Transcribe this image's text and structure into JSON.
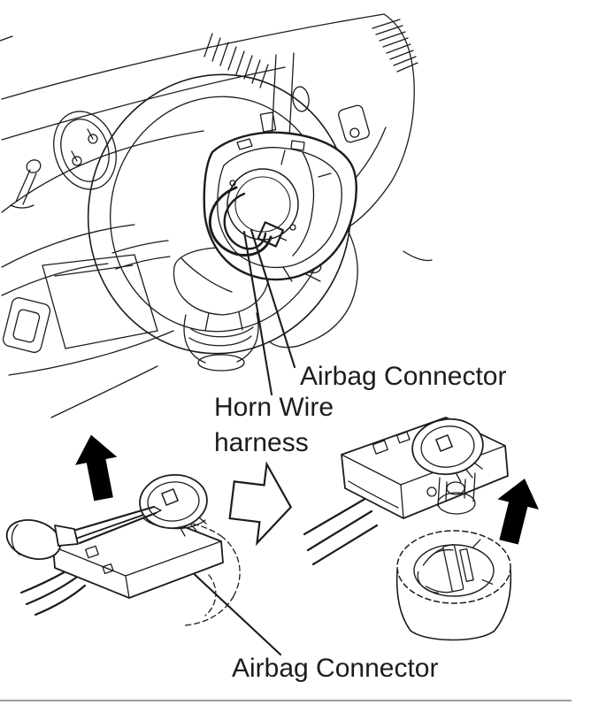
{
  "labels": {
    "airbag_connector_top": "Airbag Connector",
    "horn_wire_line1": "Horn Wire",
    "horn_wire_line2": "harness",
    "airbag_connector_bottom": "Airbag Connector"
  },
  "icons": {
    "detail_left_arrow": "up-arrow",
    "transition_arrow": "right-block-arrow",
    "detail_right_arrow": "up-arrow"
  },
  "colors": {
    "ink": "#1c1c1c",
    "arrow": "#000000",
    "bg": "#ffffff",
    "divider": "#7f7f7f"
  }
}
